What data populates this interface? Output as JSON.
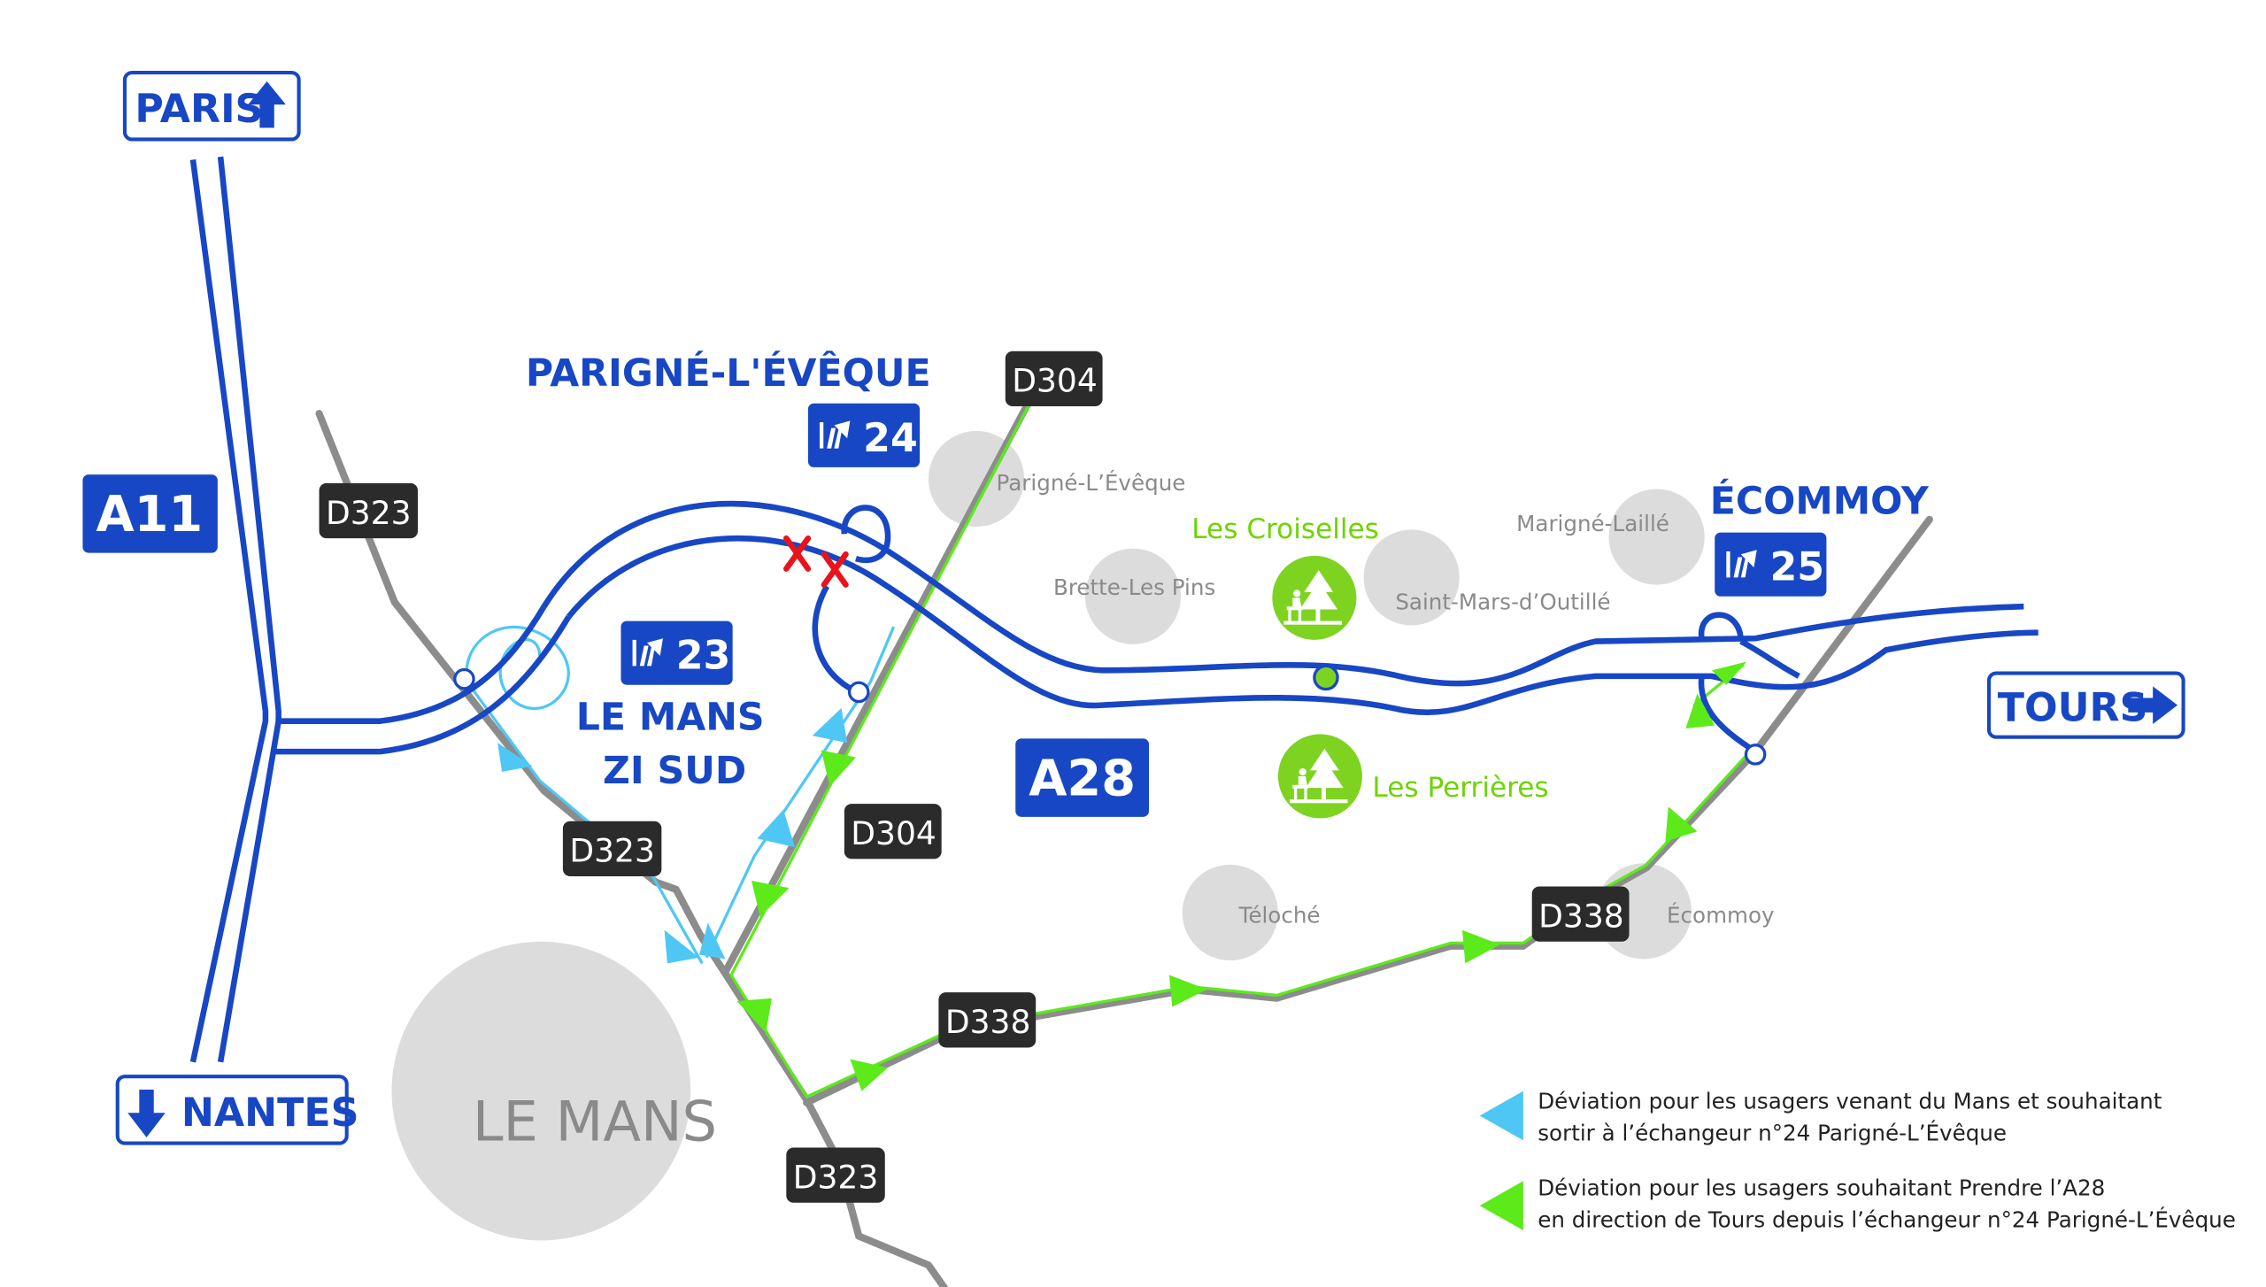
{
  "colors": {
    "motorway_blue": "#1747c4",
    "detour_light_blue": "#4fc7f5",
    "detour_green": "#5cea1a",
    "road_grey": "#8c8c8c",
    "road_label_bg": "#2b2b2b",
    "town_circle": "#dcdcdc",
    "rest_area_green": "#7ed321",
    "closure_red": "#e8141c"
  },
  "directions": {
    "paris": "PARIS",
    "nantes": "NANTES",
    "tours": "TOURS"
  },
  "motorways": {
    "a11": "A11",
    "a28": "A28"
  },
  "exits": {
    "exit_23": {
      "number": "23",
      "name_line1": "LE MANS",
      "name_line2": "ZI SUD"
    },
    "exit_24": {
      "number": "24",
      "name": "PARIGNÉ-L'ÉVÊQUE"
    },
    "exit_25": {
      "number": "25",
      "name": "ÉCOMMOY"
    }
  },
  "road_labels": {
    "d323_north": "D323",
    "d323_mid": "D323",
    "d323_south": "D323",
    "d304_north": "D304",
    "d304_south": "D304",
    "d338_west": "D338",
    "d338_east": "D338"
  },
  "towns": {
    "le_mans": "LE MANS",
    "parigne": "Parigné-L’Évêque",
    "brette": "Brette-Les Pins",
    "saint_mars": "Saint-Mars-d’Outillé",
    "marigne": "Marigné-Laillé",
    "teloche": "Téloché",
    "ecommoy": "Écommoy"
  },
  "rest_areas": {
    "croiselles": "Les Croiselles",
    "perrieres": "Les Perrières"
  },
  "legend": {
    "blue_line1": "Déviation pour les usagers venant du Mans et souhaitant",
    "blue_line2": "sortir à l’échangeur n°24 Parigné-L’Évêque",
    "green_line1": "Déviation pour les usagers souhaitant Prendre l’A28",
    "green_line2": "en direction de Tours depuis l’échangeur n°24 Parigné-L’Évêque"
  }
}
